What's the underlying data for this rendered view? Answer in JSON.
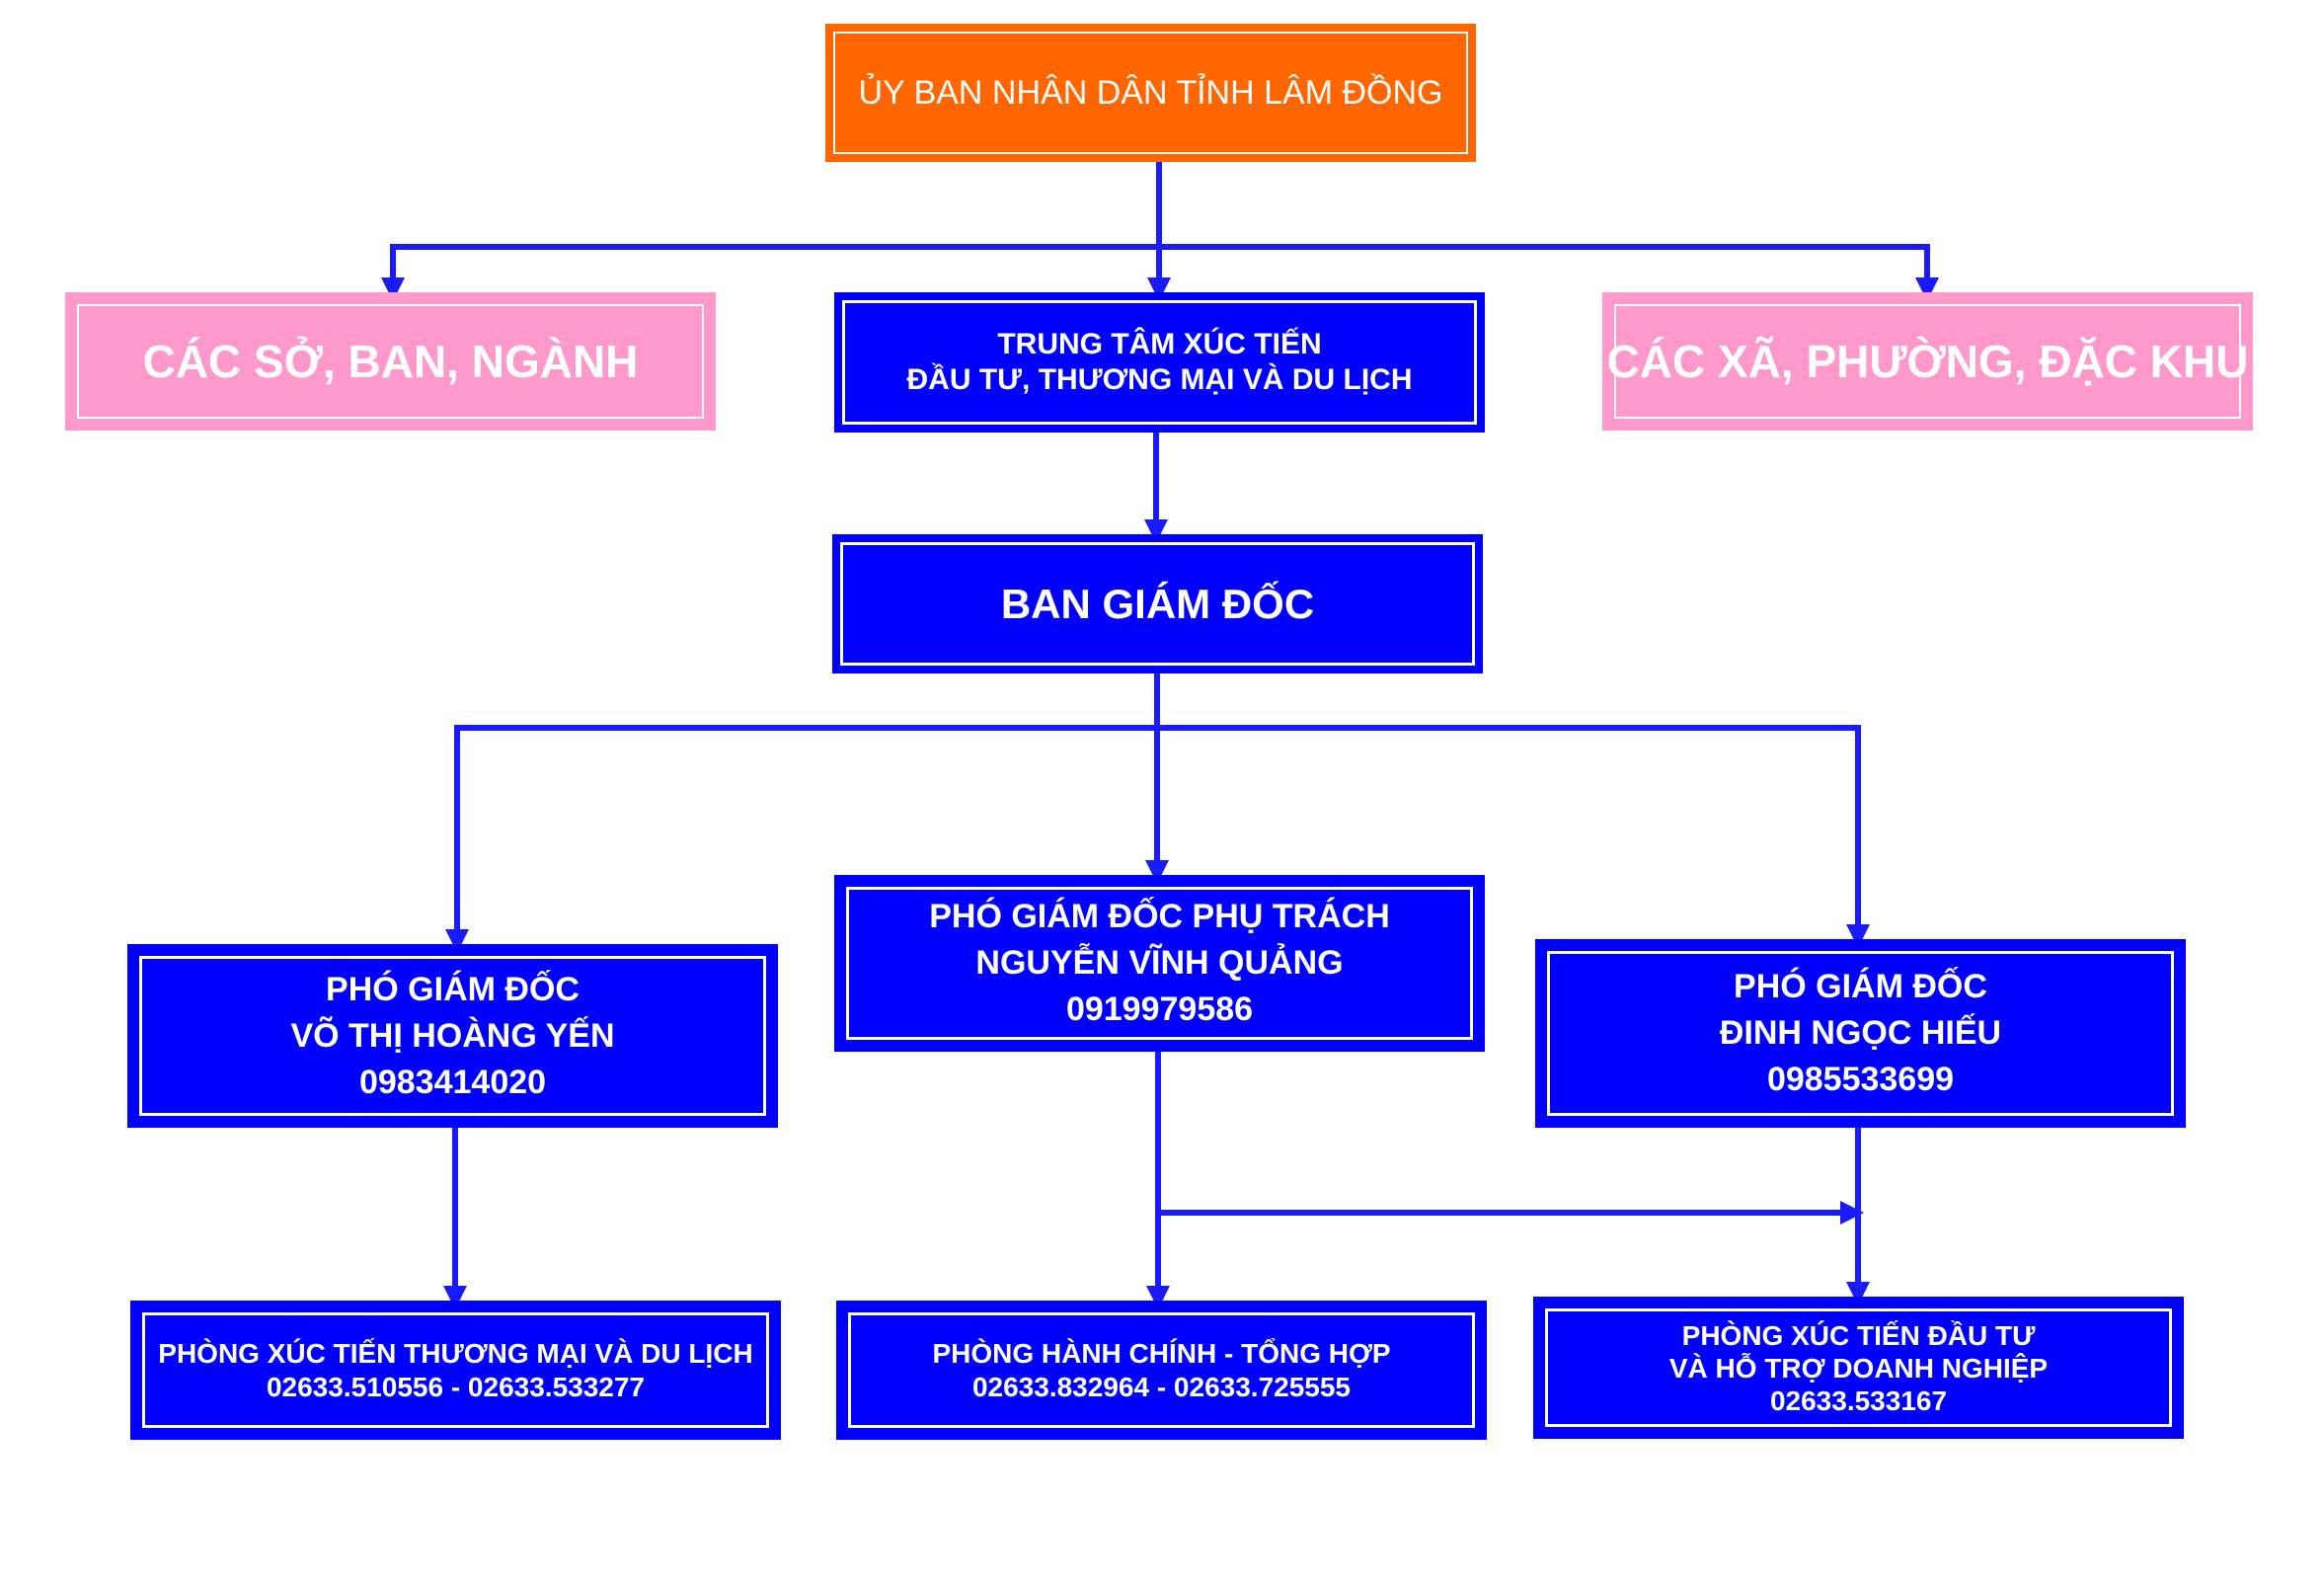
{
  "colors": {
    "top": "#ff6600",
    "side": "#ff99cc",
    "unit": "#0000ff",
    "connector": "#1a1aff",
    "text": "#ffffff"
  },
  "top": {
    "label": "ỦY BAN NHÂN DÂN TỈNH LÂM ĐỒNG"
  },
  "departments": {
    "label": "CÁC SỞ, BAN, NGÀNH"
  },
  "center": {
    "line1": "TRUNG TÂM XÚC TIẾN",
    "line2": "ĐẦU TƯ, THƯƠNG MẠI VÀ DU LỊCH"
  },
  "communes": {
    "label": "CÁC XÃ, PHƯỜNG, ĐẶC KHU"
  },
  "board": {
    "label": "BAN GIÁM ĐỐC"
  },
  "deputies": {
    "left": {
      "title": "PHÓ GIÁM ĐỐC",
      "name": "VÕ THỊ HOÀNG YẾN",
      "phone": "0983414020"
    },
    "center": {
      "title": "PHÓ GIÁM ĐỐC PHỤ TRÁCH",
      "name": "NGUYỄN VĨNH QUẢNG",
      "phone": "0919979586"
    },
    "right": {
      "title": "PHÓ GIÁM ĐỐC",
      "name": "ĐINH NGỌC HIẾU",
      "phone": "0985533699"
    }
  },
  "offices": {
    "left": {
      "name": "PHÒNG XÚC TIẾN THƯƠNG MẠI VÀ DU LỊCH",
      "phones": "02633.510556 - 02633.533277"
    },
    "center": {
      "name": "PHÒNG HÀNH CHÍNH - TỔNG HỢP",
      "phones": "02633.832964 - 02633.725555"
    },
    "right": {
      "name_line1": "PHÒNG XÚC TIẾN ĐẦU TƯ",
      "name_line2": "VÀ HỖ TRỢ DOANH NGHIỆP",
      "phones": "02633.533167"
    }
  }
}
